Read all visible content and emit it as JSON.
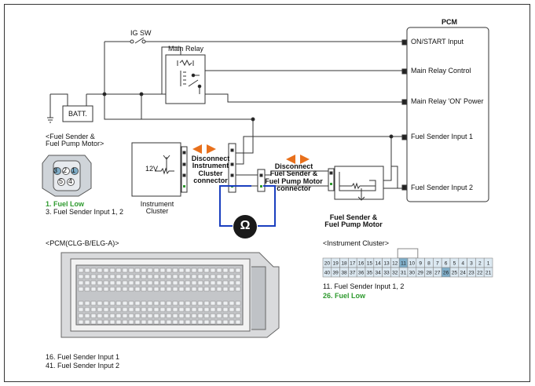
{
  "switch_label": "IG SW",
  "relay_label": "Main Relay",
  "battery_label": "BATT.",
  "pcm": {
    "title": "PCM",
    "inputs": [
      "ON/START Input",
      "Main Relay Control",
      "Main Relay 'ON' Power",
      "Fuel Sender Input 1",
      "Fuel Sender Input 2"
    ]
  },
  "cluster": {
    "voltage": "12V",
    "label": [
      "Instrument",
      "Cluster"
    ]
  },
  "disconnect_cluster": [
    "Disconnect",
    "Instrument",
    "Cluster",
    "connector"
  ],
  "disconnect_sender": [
    "Disconnect",
    "Fuel Sender &",
    "Fuel Pump Motor",
    "connector"
  ],
  "sender_component": [
    "Fuel Sender &",
    "Fuel Pump Motor"
  ],
  "ohm_symbol": "Ω",
  "fuel_connector": {
    "title": [
      "<Fuel Sender &",
      "Fuel Pump Motor>"
    ],
    "pins": [
      "3",
      "2",
      "1",
      "5",
      "4"
    ],
    "notes": [
      "1. Fuel Low",
      "3. Fuel Sender Input 1, 2"
    ]
  },
  "pcm_connector": {
    "title": "<PCM(CLG-B/ELG-A)>",
    "notes": [
      "16. Fuel Sender Input 1",
      "41. Fuel Sender Input 2"
    ]
  },
  "cluster_connector": {
    "title": "<Instrument Cluster>",
    "row1": [
      "20",
      "19",
      "18",
      "17",
      "16",
      "15",
      "14",
      "13",
      "12",
      "11",
      "10",
      "9",
      "8",
      "7",
      "6",
      "5",
      "4",
      "3",
      "2",
      "1"
    ],
    "row2": [
      "40",
      "39",
      "38",
      "37",
      "36",
      "35",
      "34",
      "33",
      "32",
      "31",
      "30",
      "29",
      "28",
      "27",
      "26",
      "25",
      "24",
      "23",
      "22",
      "21"
    ],
    "highlighted": [
      "11",
      "26"
    ],
    "notes": [
      "11. Fuel Sender Input 1, 2",
      "26. Fuel Low"
    ]
  }
}
